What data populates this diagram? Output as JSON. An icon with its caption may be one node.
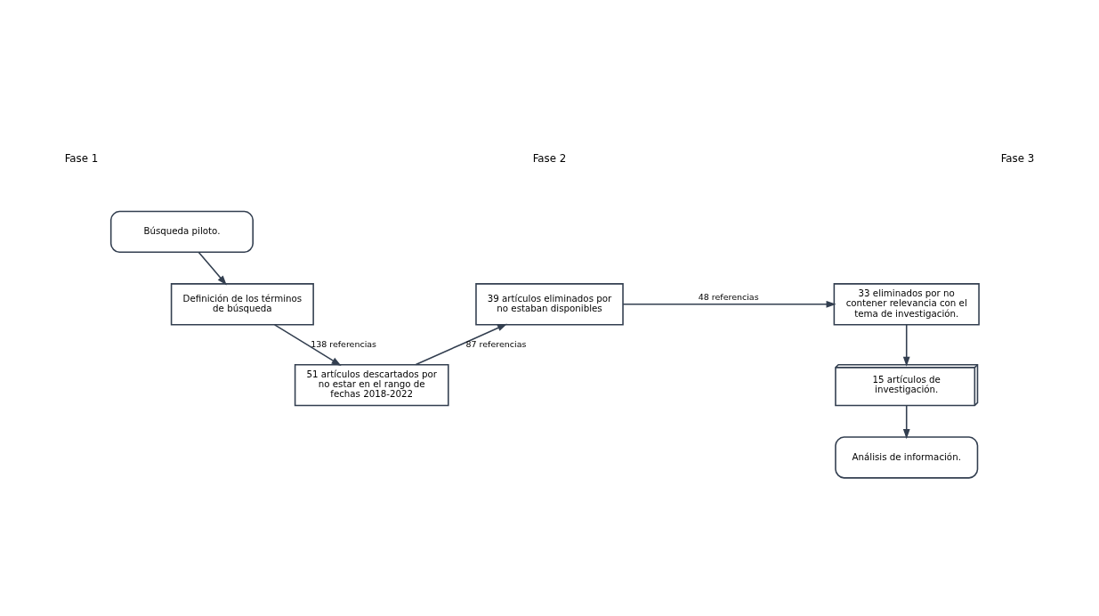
{
  "diagram": {
    "nodes": [
      {
        "text": [
          "Búsqueda piloto."
        ]
      },
      {
        "text": [
          "Definición de los términos de búsqueda"
        ]
      },
      {
        "text": [
          "51 artículos descartados por no estar en el rango de fechas 2018-2022"
        ]
      },
      {
        "text": [
          "39 artículos eliminados por no estaban disponibles"
        ]
      },
      {
        "text": [
          "33 eliminados por no contener relevancia con el tema de investigación."
        ]
      },
      {
        "text": [
          "15 artículos de investigación."
        ]
      },
      {
        "text": [
          "Análisis de información."
        ]
      }
    ],
    "edges": [
      {
        "from": 0,
        "to": 1,
        "arrow": "to"
      },
      {
        "from": 1,
        "to": 2,
        "arrow": "to",
        "label": "138 referencias"
      },
      {
        "from": 2,
        "to": 3,
        "arrow": "to",
        "label": "87 referencias"
      },
      {
        "from": 3,
        "to": 4,
        "arrow": "to",
        "label": "48 referencias"
      },
      {
        "from": 4,
        "to": 5,
        "arrow": "to"
      },
      {
        "from": 5,
        "to": 6,
        "arrow": "to"
      }
    ],
    "labels": [
      "Fase 1",
      "Fase 2",
      "Fase 3"
    ]
  }
}
